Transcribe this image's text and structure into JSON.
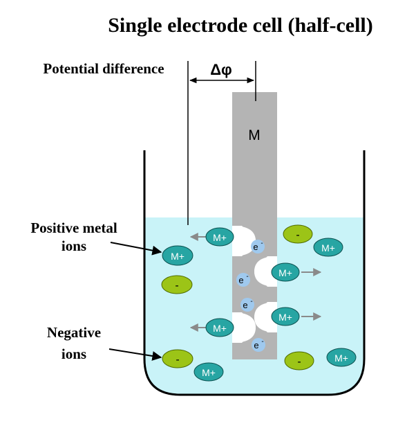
{
  "title": "Single electrode cell (half-cell)",
  "labels": {
    "potential_difference": "Potential difference",
    "delta_phi": "Δφ",
    "metal": "M",
    "positive_ions_line1": "Positive metal",
    "positive_ions_line2": "ions",
    "negative_ions_line1": "Negative",
    "negative_ions_line2": "ions"
  },
  "tokens": {
    "metal_ion": "M+",
    "negative_ion": "-",
    "electron": "e",
    "electron_charge": "-"
  },
  "colors": {
    "solution": "#c9f3f8",
    "electrode": "#b4b4b4",
    "metal_ion_fill": "#27a5a3",
    "negative_ion_fill": "#9cc417",
    "electron_fill": "#9fc9ee",
    "arrow": "#8a8a8a",
    "outline": "#000000"
  }
}
